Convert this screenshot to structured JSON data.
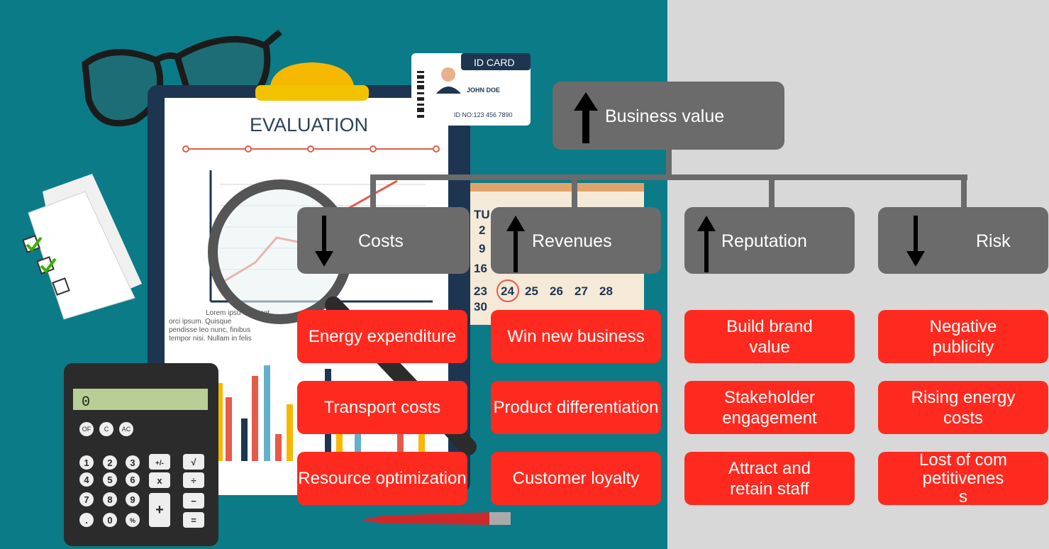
{
  "illustration": {
    "id_card_title": "ID CARD",
    "id_card_name": "JOHN DOE",
    "id_card_number": "ID NO:123 456 7890",
    "clipboard_title": "EVALUATION",
    "calendar_days": [
      "TU",
      "2",
      "9",
      "16",
      "23",
      "24",
      "25",
      "26",
      "27",
      "28",
      "30"
    ],
    "lorem_lines": [
      "Lorem ipsu",
      "sit amet",
      "orci ipsum. Quisque",
      "pendisse leo nunc, finibus",
      "tempor nisi. Nullam in felis"
    ],
    "calculator_display": "0",
    "calculator_keys": [
      "OF",
      "C",
      "AC",
      "1",
      "2",
      "3",
      "+/-",
      "√",
      "4",
      "5",
      "6",
      "x",
      "÷",
      "7",
      "8",
      "9",
      "+",
      "−",
      ".",
      "0",
      "%",
      "="
    ]
  },
  "diagram": {
    "root": {
      "label": "Business value",
      "direction": "up"
    },
    "categories": [
      {
        "label": "Costs",
        "direction": "down",
        "items": [
          "Energy expenditure",
          "Transport costs",
          "Resource optimization"
        ]
      },
      {
        "label": "Revenues",
        "direction": "up",
        "items": [
          "Win new business",
          "Product differentiation",
          "Customer loyalty"
        ]
      },
      {
        "label": "Reputation",
        "direction": "up",
        "items": [
          "Build brand value",
          "Stakeholder engagement",
          "Attract and retain staff"
        ]
      },
      {
        "label": "Risk",
        "direction": "down",
        "items": [
          "Negative publicity",
          "Rising energy costs",
          "Lost of competitivenes s"
        ]
      }
    ]
  },
  "colors": {
    "teal": "#0b7b88",
    "gray_panel": "#d8d8d8",
    "node_gray": "#6b6b6b",
    "item_red": "#ff2a1f"
  }
}
